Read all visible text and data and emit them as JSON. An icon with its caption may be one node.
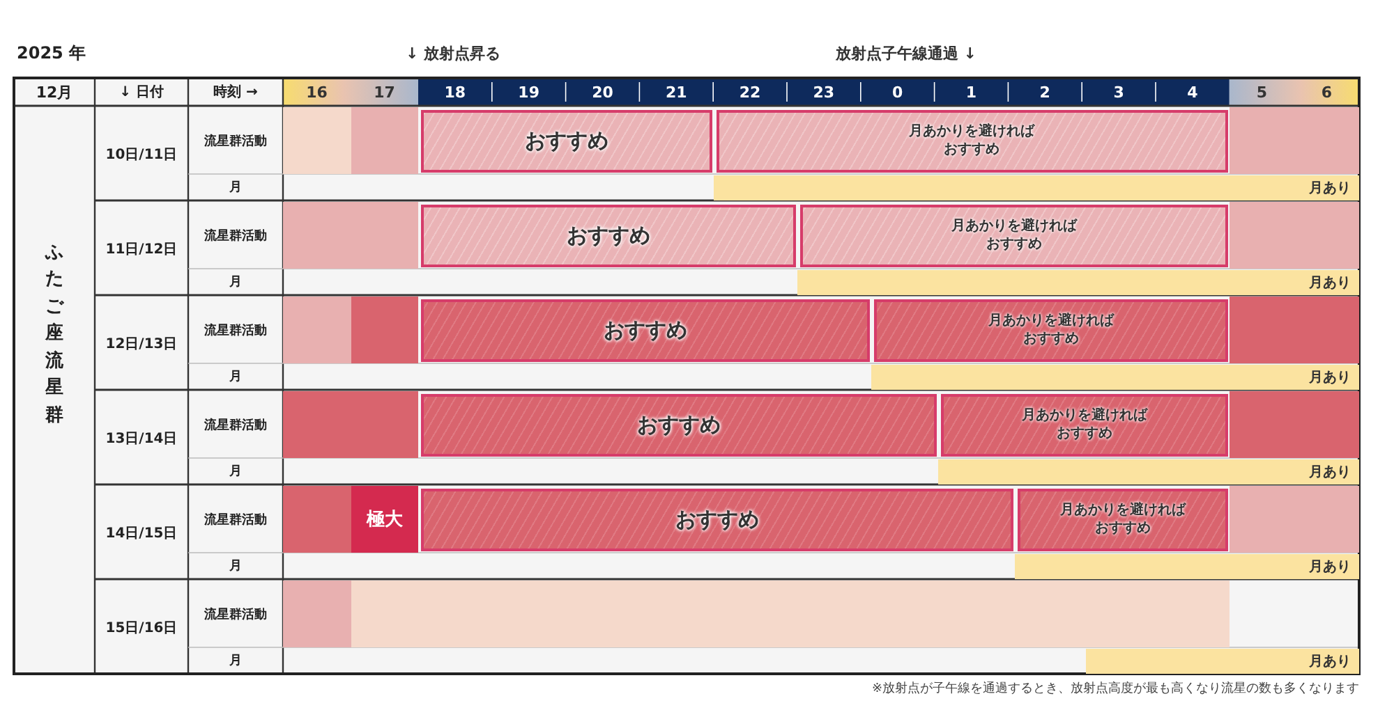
{
  "diagram": {
    "nodes": [
      {
        "text": [],
        "shape": "bar"
      },
      {
        "text": [],
        "shape": "bar"
      },
      {
        "text": [
          "おすすめ"
        ]
      },
      {
        "text": [
          "月あかりを避ければおすすめ"
        ]
      },
      {
        "text": [],
        "shape": "bar"
      },
      {
        "text": [
          "月あり"
        ]
      },
      {
        "text": [],
        "shape": "bar"
      },
      {
        "text": [
          "おすすめ"
        ]
      },
      {
        "text": [
          "月あかりを避ければおすすめ"
        ]
      },
      {
        "text": [],
        "shape": "bar"
      },
      {
        "text": [
          "月あり"
        ]
      },
      {
        "text": [],
        "shape": "bar"
      },
      {
        "text": [],
        "shape": "bar"
      },
      {
        "text": [
          "おすすめ"
        ]
      },
      {
        "text": [
          "月あかりを避ければおすすめ"
        ]
      },
      {
        "text": [],
        "shape": "bar"
      },
      {
        "text": [
          "月あり"
        ]
      },
      {
        "text": [],
        "shape": "bar"
      },
      {
        "text": [
          "おすすめ"
        ]
      },
      {
        "text": [
          "月あかりを避ければおすすめ"
        ]
      },
      {
        "text": [],
        "shape": "bar"
      },
      {
        "text": [
          "月あり"
        ]
      },
      {
        "text": [],
        "shape": "bar"
      },
      {
        "text": [
          "極大"
        ]
      },
      {
        "text": [
          "おすすめ"
        ]
      },
      {
        "text": [
          "月あかりを避ければおすすめ"
        ]
      },
      {
        "text": [],
        "shape": "bar"
      },
      {
        "text": [
          "月あり"
        ]
      },
      {
        "text": [],
        "shape": "bar"
      },
      {
        "text": [],
        "shape": "bar"
      },
      {
        "text": [
          "月あり"
        ]
      }
    ],
    "labels": [
      "2025 年",
      "↓ 放射点昇る",
      "放射点子午線通過 ↓",
      "12月",
      "↓ 日付",
      "時刻 →",
      "16",
      "17",
      "18",
      "19",
      "20",
      "21",
      "22",
      "23",
      "0",
      "1",
      "2",
      "3",
      "4",
      "5",
      "6",
      "ふたご座流星群",
      "10日/11日",
      "流星群活動",
      "月",
      "11日/12日",
      "流星群活動",
      "月",
      "12日/13日",
      "流星群活動",
      "月",
      "13日/14日",
      "流星群活動",
      "月",
      "14日/15日",
      "流星群活動",
      "月",
      "15日/16日",
      "流星群活動",
      "月",
      "※放射点が子午線を通過するとき、放射点高度が最も高くなり流星の数も多くなります"
    ]
  }
}
